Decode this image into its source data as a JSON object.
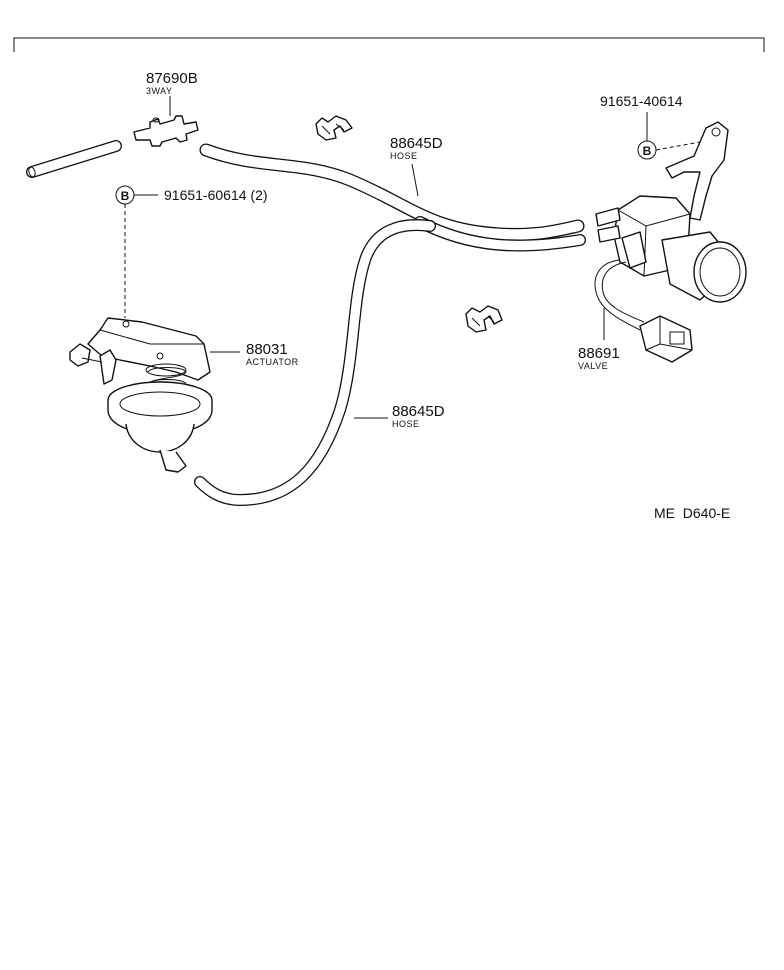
{
  "labels": {
    "three_way_number": "87690B",
    "three_way_name": "3WAY",
    "bolt_actuator_number": "91651-60614 (2)",
    "bolt_valve_number": "91651-40614",
    "hose_upper_number": "88645D",
    "hose_upper_name": "HOSE",
    "hose_lower_number": "88645D",
    "hose_lower_name": "HOSE",
    "actuator_number": "88031",
    "actuator_name": "ACTUATOR",
    "valve_number": "88691",
    "valve_name": "VALVE",
    "bolt_symbol": "B",
    "diagram_code": "ME  D640-E"
  }
}
